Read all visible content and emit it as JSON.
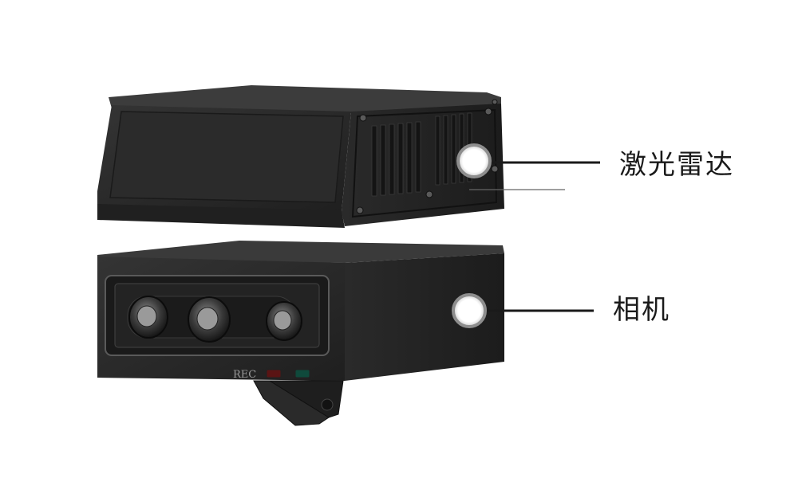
{
  "callouts": {
    "lidar": {
      "label": "激光雷达"
    },
    "camera": {
      "label": "相机"
    }
  },
  "device": {
    "rec_text": "REC",
    "indicator_colors": {
      "red": "#5a1414",
      "green": "#0f4a3c"
    }
  },
  "colors": {
    "body_dark": "#262626",
    "body_mid": "#353535",
    "body_light": "#4a4a4a",
    "marker_fill": "#ffffff",
    "marker_ring": "#9a9a9a",
    "leader_line": "#1a1a1a"
  }
}
